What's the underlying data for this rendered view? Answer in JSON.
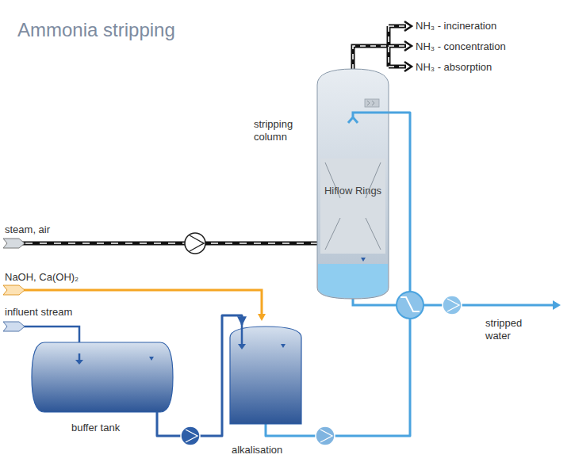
{
  "diagram": {
    "title": "Ammonia stripping",
    "nodes": [
      {
        "text": [
          "stripping column",
          "Hiflow Rings"
        ]
      },
      {
        "text": [
          "buffer tank"
        ]
      },
      {
        "text": [
          "alkalisation"
        ]
      }
    ],
    "edges": [
      {
        "from": 1,
        "to": 2,
        "arrow": "to"
      },
      {
        "from": 2,
        "to": 0,
        "arrow": "none"
      }
    ],
    "labels": [
      "NH₃ - incineration",
      "NH₃ - concentration",
      "NH₃ - absorption",
      "steam, air",
      "NaOH, Ca(OH)₂",
      "influent stream",
      "stripped water"
    ]
  }
}
